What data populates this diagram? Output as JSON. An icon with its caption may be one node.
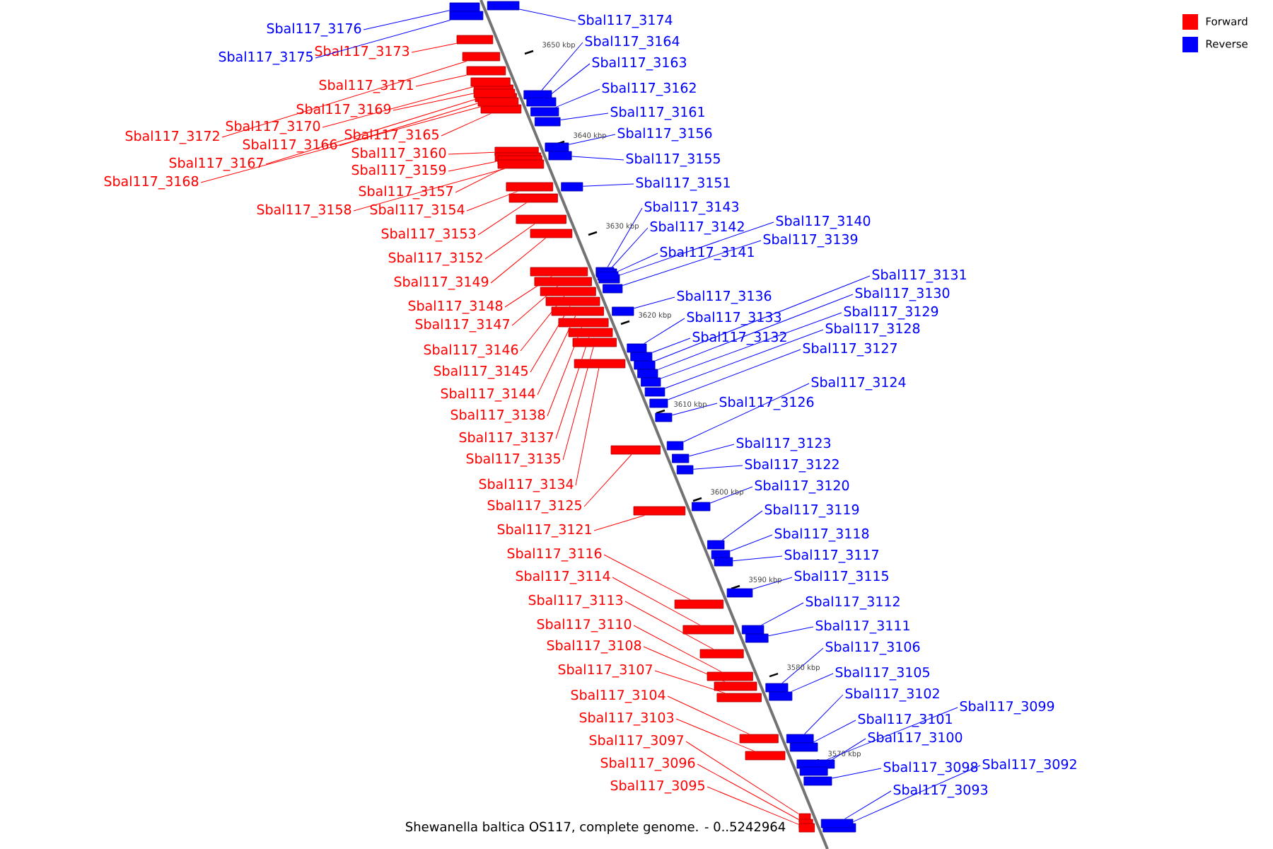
{
  "diagram": {
    "caption": "Shewanella baltica OS117, complete genome. - 0..5242964",
    "nodes": [
      {
        "text": [
          "Sbal117_3176"
        ]
      },
      {
        "text": [
          "Sbal117_3174"
        ]
      },
      {
        "text": [
          "Sbal117_3175"
        ]
      },
      {
        "text": [
          "Sbal117_3173"
        ]
      },
      {
        "text": [
          "Sbal117_3164"
        ]
      },
      {
        "text": [
          "Sbal117_3163"
        ]
      },
      {
        "text": [
          "Sbal117_3171"
        ]
      },
      {
        "text": [
          "Sbal117_3162"
        ]
      },
      {
        "text": [
          "Sbal117_3169"
        ]
      },
      {
        "text": [
          "Sbal117_3161"
        ]
      },
      {
        "text": [
          "Sbal117_3170"
        ]
      },
      {
        "text": [
          "Sbal117_3156"
        ]
      },
      {
        "text": [
          "Sbal117_3172"
        ]
      },
      {
        "text": [
          "Sbal117_3165"
        ]
      },
      {
        "text": [
          "Sbal117_3166"
        ]
      },
      {
        "text": [
          "Sbal117_3160"
        ]
      },
      {
        "text": [
          "Sbal117_3155"
        ]
      },
      {
        "text": [
          "Sbal117_3167"
        ]
      },
      {
        "text": [
          "Sbal117_3159"
        ]
      },
      {
        "text": [
          "Sbal117_3168"
        ]
      },
      {
        "text": [
          "Sbal117_3151"
        ]
      },
      {
        "text": [
          "Sbal117_3157"
        ]
      },
      {
        "text": [
          "Sbal117_3143"
        ]
      },
      {
        "text": [
          "Sbal117_3158"
        ]
      },
      {
        "text": [
          "Sbal117_3154"
        ]
      },
      {
        "text": [
          "Sbal117_3140"
        ]
      },
      {
        "text": [
          "Sbal117_3142"
        ]
      },
      {
        "text": [
          "Sbal117_3153"
        ]
      },
      {
        "text": [
          "Sbal117_3139"
        ]
      },
      {
        "text": [
          "Sbal117_3141"
        ]
      },
      {
        "text": [
          "Sbal117_3152"
        ]
      },
      {
        "text": [
          "Sbal117_3131"
        ]
      },
      {
        "text": [
          "Sbal117_3149"
        ]
      },
      {
        "text": [
          "Sbal117_3130"
        ]
      },
      {
        "text": [
          "Sbal117_3136"
        ]
      },
      {
        "text": [
          "Sbal117_3148"
        ]
      },
      {
        "text": [
          "Sbal117_3129"
        ]
      },
      {
        "text": [
          "Sbal117_3133"
        ]
      },
      {
        "text": [
          "Sbal117_3147"
        ]
      },
      {
        "text": [
          "Sbal117_3128"
        ]
      },
      {
        "text": [
          "Sbal117_3132"
        ]
      },
      {
        "text": [
          "Sbal117_3127"
        ]
      },
      {
        "text": [
          "Sbal117_3146"
        ]
      },
      {
        "text": [
          "Sbal117_3145"
        ]
      },
      {
        "text": [
          "Sbal117_3124"
        ]
      },
      {
        "text": [
          "Sbal117_3144"
        ]
      },
      {
        "text": [
          "Sbal117_3126"
        ]
      },
      {
        "text": [
          "Sbal117_3138"
        ]
      },
      {
        "text": [
          "Sbal117_3137"
        ]
      },
      {
        "text": [
          "Sbal117_3123"
        ]
      },
      {
        "text": [
          "Sbal117_3135"
        ]
      },
      {
        "text": [
          "Sbal117_3122"
        ]
      },
      {
        "text": [
          "Sbal117_3134"
        ]
      },
      {
        "text": [
          "Sbal117_3120"
        ]
      },
      {
        "text": [
          "Sbal117_3125"
        ]
      },
      {
        "text": [
          "Sbal117_3119"
        ]
      },
      {
        "text": [
          "Sbal117_3121"
        ]
      },
      {
        "text": [
          "Sbal117_3118"
        ]
      },
      {
        "text": [
          "Sbal117_3116"
        ]
      },
      {
        "text": [
          "Sbal117_3117"
        ]
      },
      {
        "text": [
          "Sbal117_3114"
        ]
      },
      {
        "text": [
          "Sbal117_3115"
        ]
      },
      {
        "text": [
          "Sbal117_3113"
        ]
      },
      {
        "text": [
          "Sbal117_3112"
        ]
      },
      {
        "text": [
          "Sbal117_3110"
        ]
      },
      {
        "text": [
          "Sbal117_3111"
        ]
      },
      {
        "text": [
          "Sbal117_3108"
        ]
      },
      {
        "text": [
          "Sbal117_3106"
        ]
      },
      {
        "text": [
          "Sbal117_3107"
        ]
      },
      {
        "text": [
          "Sbal117_3105"
        ]
      },
      {
        "text": [
          "Sbal117_3104"
        ]
      },
      {
        "text": [
          "Sbal117_3102"
        ]
      },
      {
        "text": [
          "Sbal117_3099"
        ]
      },
      {
        "text": [
          "Sbal117_3103"
        ]
      },
      {
        "text": [
          "Sbal117_3101"
        ]
      },
      {
        "text": [
          "Sbal117_3100"
        ]
      },
      {
        "text": [
          "Sbal117_3097"
        ]
      },
      {
        "text": [
          "Sbal117_3096"
        ]
      },
      {
        "text": [
          "Sbal117_3092"
        ]
      },
      {
        "text": [
          "Sbal117_3098"
        ]
      },
      {
        "text": [
          "Sbal117_3095"
        ]
      },
      {
        "text": [
          "Sbal117_3093"
        ]
      },
      {
        "text": [],
        "shape": "box"
      },
      {
        "text": [],
        "shape": "box"
      },
      {
        "text": [],
        "shape": "box"
      },
      {
        "text": [],
        "shape": "box"
      },
      {
        "text": [],
        "shape": "box"
      },
      {
        "text": [],
        "shape": "box"
      },
      {
        "text": [],
        "shape": "box"
      },
      {
        "text": [],
        "shape": "box"
      },
      {
        "text": [],
        "shape": "box"
      },
      {
        "text": [],
        "shape": "box"
      },
      {
        "text": [],
        "shape": "box"
      },
      {
        "text": [],
        "shape": "box"
      },
      {
        "text": [],
        "shape": "box"
      },
      {
        "text": [],
        "shape": "box"
      },
      {
        "text": [],
        "shape": "box"
      },
      {
        "text": [],
        "shape": "box"
      },
      {
        "text": [],
        "shape": "box"
      },
      {
        "text": [],
        "shape": "box"
      },
      {
        "text": [],
        "shape": "box"
      },
      {
        "text": [],
        "shape": "box"
      },
      {
        "text": [],
        "shape": "box"
      },
      {
        "text": [],
        "shape": "box"
      },
      {
        "text": [],
        "shape": "box"
      },
      {
        "text": [],
        "shape": "box"
      },
      {
        "text": [],
        "shape": "box"
      },
      {
        "text": [],
        "shape": "box"
      },
      {
        "text": [],
        "shape": "box"
      },
      {
        "text": [],
        "shape": "box"
      },
      {
        "text": [],
        "shape": "box"
      },
      {
        "text": [],
        "shape": "box"
      },
      {
        "text": [],
        "shape": "box"
      },
      {
        "text": [],
        "shape": "box"
      },
      {
        "text": [],
        "shape": "box"
      },
      {
        "text": [],
        "shape": "box"
      },
      {
        "text": [],
        "shape": "box"
      },
      {
        "text": [],
        "shape": "box"
      },
      {
        "text": [],
        "shape": "box"
      },
      {
        "text": [],
        "shape": "box"
      },
      {
        "text": [],
        "shape": "box"
      },
      {
        "text": [],
        "shape": "box"
      },
      {
        "text": [],
        "shape": "box"
      },
      {
        "text": [],
        "shape": "box"
      },
      {
        "text": [],
        "shape": "box"
      },
      {
        "text": [],
        "shape": "box"
      },
      {
        "text": [],
        "shape": "box"
      },
      {
        "text": [],
        "shape": "box"
      },
      {
        "text": [],
        "shape": "box"
      },
      {
        "text": [],
        "shape": "box"
      },
      {
        "text": [],
        "shape": "box"
      },
      {
        "text": [],
        "shape": "box"
      },
      {
        "text": [],
        "shape": "box"
      },
      {
        "text": [],
        "shape": "box"
      },
      {
        "text": [],
        "shape": "box"
      },
      {
        "text": [],
        "shape": "box"
      },
      {
        "text": [],
        "shape": "box"
      },
      {
        "text": [],
        "shape": "box"
      },
      {
        "text": [],
        "shape": "box"
      },
      {
        "text": [],
        "shape": "box"
      },
      {
        "text": [],
        "shape": "box"
      },
      {
        "text": [],
        "shape": "box"
      },
      {
        "text": [],
        "shape": "box"
      },
      {
        "text": [],
        "shape": "box"
      },
      {
        "text": [],
        "shape": "box"
      },
      {
        "text": [],
        "shape": "box"
      },
      {
        "text": [],
        "shape": "box"
      },
      {
        "text": [],
        "shape": "box"
      },
      {
        "text": [],
        "shape": "box"
      },
      {
        "text": [],
        "shape": "box"
      },
      {
        "text": [],
        "shape": "box"
      },
      {
        "text": [],
        "shape": "box"
      },
      {
        "text": [],
        "shape": "box"
      },
      {
        "text": [],
        "shape": "box"
      },
      {
        "text": [],
        "shape": "box"
      },
      {
        "text": [],
        "shape": "box"
      },
      {
        "text": [],
        "shape": "box"
      },
      {
        "text": [],
        "shape": "box"
      },
      {
        "text": [],
        "shape": "box"
      },
      {
        "text": [],
        "shape": "box"
      },
      {
        "text": [],
        "shape": "box"
      },
      {
        "text": [],
        "shape": "box"
      },
      {
        "text": [],
        "shape": "box"
      },
      {
        "text": [],
        "shape": "box"
      }
    ],
    "edges": [
      {
        "from": 0,
        "to": 82,
        "arrow": "none"
      },
      {
        "from": 1,
        "to": 83,
        "arrow": "none"
      },
      {
        "from": 2,
        "to": 84,
        "arrow": "none"
      },
      {
        "from": 3,
        "to": 85,
        "arrow": "none",
        "color": "#ff0000"
      },
      {
        "from": 4,
        "to": 86,
        "arrow": "none"
      },
      {
        "from": 5,
        "to": 87,
        "arrow": "none"
      },
      {
        "from": 6,
        "to": 88,
        "arrow": "none",
        "color": "#ff0000"
      },
      {
        "from": 7,
        "to": 89,
        "arrow": "none"
      },
      {
        "from": 8,
        "to": 90,
        "arrow": "none",
        "color": "#ff0000"
      },
      {
        "from": 9,
        "to": 91,
        "arrow": "none"
      },
      {
        "from": 10,
        "to": 92,
        "arrow": "none",
        "color": "#ff0000"
      },
      {
        "from": 11,
        "to": 93,
        "arrow": "none"
      },
      {
        "from": 12,
        "to": 94,
        "arrow": "none",
        "color": "#ff0000"
      },
      {
        "from": 13,
        "to": 95,
        "arrow": "none",
        "color": "#ff0000"
      },
      {
        "from": 14,
        "to": 96,
        "arrow": "none",
        "color": "#ff0000"
      },
      {
        "from": 15,
        "to": 97,
        "arrow": "none",
        "color": "#ff0000"
      },
      {
        "from": 16,
        "to": 98,
        "arrow": "none"
      },
      {
        "from": 17,
        "to": 99,
        "arrow": "none",
        "color": "#ff0000"
      },
      {
        "from": 18,
        "to": 100,
        "arrow": "none",
        "color": "#ff0000"
      },
      {
        "from": 19,
        "to": 101,
        "arrow": "none",
        "color": "#ff0000"
      },
      {
        "from": 20,
        "to": 102,
        "arrow": "none"
      },
      {
        "from": 21,
        "to": 103,
        "arrow": "none",
        "color": "#ff0000"
      },
      {
        "from": 22,
        "to": 104,
        "arrow": "none"
      },
      {
        "from": 23,
        "to": 105,
        "arrow": "none",
        "color": "#ff0000"
      },
      {
        "from": 24,
        "to": 106,
        "arrow": "none",
        "color": "#ff0000"
      },
      {
        "from": 25,
        "to": 107,
        "arrow": "none"
      },
      {
        "from": 26,
        "to": 108,
        "arrow": "none"
      },
      {
        "from": 27,
        "to": 109,
        "arrow": "none",
        "color": "#ff0000"
      },
      {
        "from": 28,
        "to": 110,
        "arrow": "none"
      },
      {
        "from": 29,
        "to": 111,
        "arrow": "none"
      },
      {
        "from": 30,
        "to": 112,
        "arrow": "none",
        "color": "#ff0000"
      },
      {
        "from": 31,
        "to": 113,
        "arrow": "none"
      },
      {
        "from": 32,
        "to": 114,
        "arrow": "none",
        "color": "#ff0000"
      },
      {
        "from": 33,
        "to": 115,
        "arrow": "none"
      },
      {
        "from": 34,
        "to": 116,
        "arrow": "none"
      },
      {
        "from": 35,
        "to": 117,
        "arrow": "none",
        "color": "#ff0000"
      },
      {
        "from": 36,
        "to": 118,
        "arrow": "none"
      },
      {
        "from": 37,
        "to": 119,
        "arrow": "none"
      },
      {
        "from": 38,
        "to": 120,
        "arrow": "none",
        "color": "#ff0000"
      },
      {
        "from": 39,
        "to": 121,
        "arrow": "none"
      },
      {
        "from": 40,
        "to": 122,
        "arrow": "none"
      },
      {
        "from": 41,
        "to": 123,
        "arrow": "none"
      },
      {
        "from": 42,
        "to": 124,
        "arrow": "none",
        "color": "#ff0000"
      },
      {
        "from": 43,
        "to": 125,
        "arrow": "none",
        "color": "#ff0000"
      },
      {
        "from": 44,
        "to": 126,
        "arrow": "none"
      },
      {
        "from": 45,
        "to": 127,
        "arrow": "none",
        "color": "#ff0000"
      },
      {
        "from": 46,
        "to": 128,
        "arrow": "none"
      },
      {
        "from": 47,
        "to": 129,
        "arrow": "none",
        "color": "#ff0000"
      },
      {
        "from": 48,
        "to": 130,
        "arrow": "none",
        "color": "#ff0000"
      },
      {
        "from": 49,
        "to": 131,
        "arrow": "none"
      },
      {
        "from": 50,
        "to": 132,
        "arrow": "none",
        "color": "#ff0000"
      },
      {
        "from": 51,
        "to": 133,
        "arrow": "none"
      },
      {
        "from": 52,
        "to": 134,
        "arrow": "none",
        "color": "#ff0000"
      },
      {
        "from": 53,
        "to": 135,
        "arrow": "none"
      },
      {
        "from": 54,
        "to": 136,
        "arrow": "none",
        "color": "#ff0000"
      },
      {
        "from": 55,
        "to": 137,
        "arrow": "none"
      },
      {
        "from": 56,
        "to": 138,
        "arrow": "none",
        "color": "#ff0000"
      },
      {
        "from": 57,
        "to": 139,
        "arrow": "none"
      },
      {
        "from": 58,
        "to": 140,
        "arrow": "none",
        "color": "#ff0000"
      },
      {
        "from": 59,
        "to": 141,
        "arrow": "none"
      },
      {
        "from": 60,
        "to": 142,
        "arrow": "none",
        "color": "#ff0000"
      },
      {
        "from": 61,
        "to": 143,
        "arrow": "none"
      },
      {
        "from": 62,
        "to": 144,
        "arrow": "none",
        "color": "#ff0000"
      },
      {
        "from": 63,
        "to": 145,
        "arrow": "none"
      },
      {
        "from": 64,
        "to": 146,
        "arrow": "none",
        "color": "#ff0000"
      },
      {
        "from": 65,
        "to": 147,
        "arrow": "none"
      },
      {
        "from": 66,
        "to": 148,
        "arrow": "none",
        "color": "#ff0000"
      },
      {
        "from": 67,
        "to": 149,
        "arrow": "none"
      },
      {
        "from": 68,
        "to": 150,
        "arrow": "none",
        "color": "#ff0000"
      },
      {
        "from": 69,
        "to": 151,
        "arrow": "none"
      },
      {
        "from": 70,
        "to": 152,
        "arrow": "none",
        "color": "#ff0000"
      },
      {
        "from": 71,
        "to": 153,
        "arrow": "none"
      },
      {
        "from": 72,
        "to": 154,
        "arrow": "none"
      },
      {
        "from": 73,
        "to": 155,
        "arrow": "none",
        "color": "#ff0000"
      },
      {
        "from": 74,
        "to": 156,
        "arrow": "none"
      },
      {
        "from": 75,
        "to": 157,
        "arrow": "none"
      },
      {
        "from": 76,
        "to": 158,
        "arrow": "none",
        "color": "#ff0000"
      },
      {
        "from": 77,
        "to": 159,
        "arrow": "none",
        "color": "#ff0000"
      },
      {
        "from": 78,
        "to": 160,
        "arrow": "none"
      },
      {
        "from": 79,
        "to": 161,
        "arrow": "none"
      },
      {
        "from": 80,
        "to": 162,
        "arrow": "none",
        "color": "#ff0000"
      },
      {
        "from": 81,
        "to": 163,
        "arrow": "none"
      }
    ],
    "labels": [
      "3650 kbp",
      "3640 kbp",
      "3630 kbp",
      "3620 kbp",
      "3610 kbp",
      "3600 kbp",
      "3590 kbp",
      "3580 kbp",
      "3570 kbp"
    ],
    "legend": [
      {
        "text": "Forward",
        "color": "#ff0000"
      },
      {
        "text": "Reverse",
        "color": "#0000ff"
      }
    ]
  }
}
